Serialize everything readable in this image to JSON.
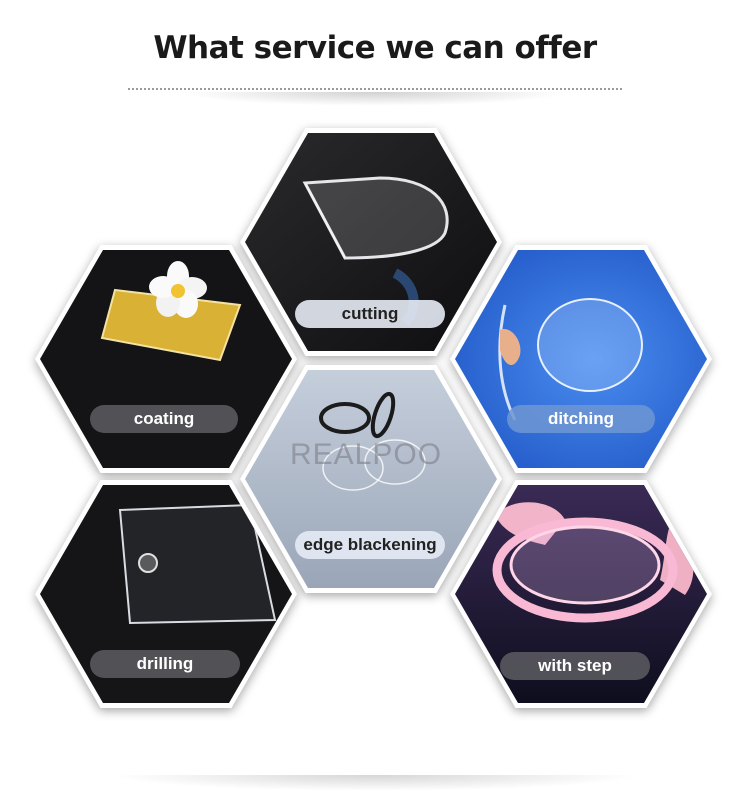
{
  "header": {
    "title": "What service we can offer"
  },
  "watermark": "REALPOO",
  "services": [
    {
      "label": "cutting"
    },
    {
      "label": "coating"
    },
    {
      "label": "ditching"
    },
    {
      "label": "edge blackening"
    },
    {
      "label": "drilling"
    },
    {
      "label": "with step"
    }
  ]
}
